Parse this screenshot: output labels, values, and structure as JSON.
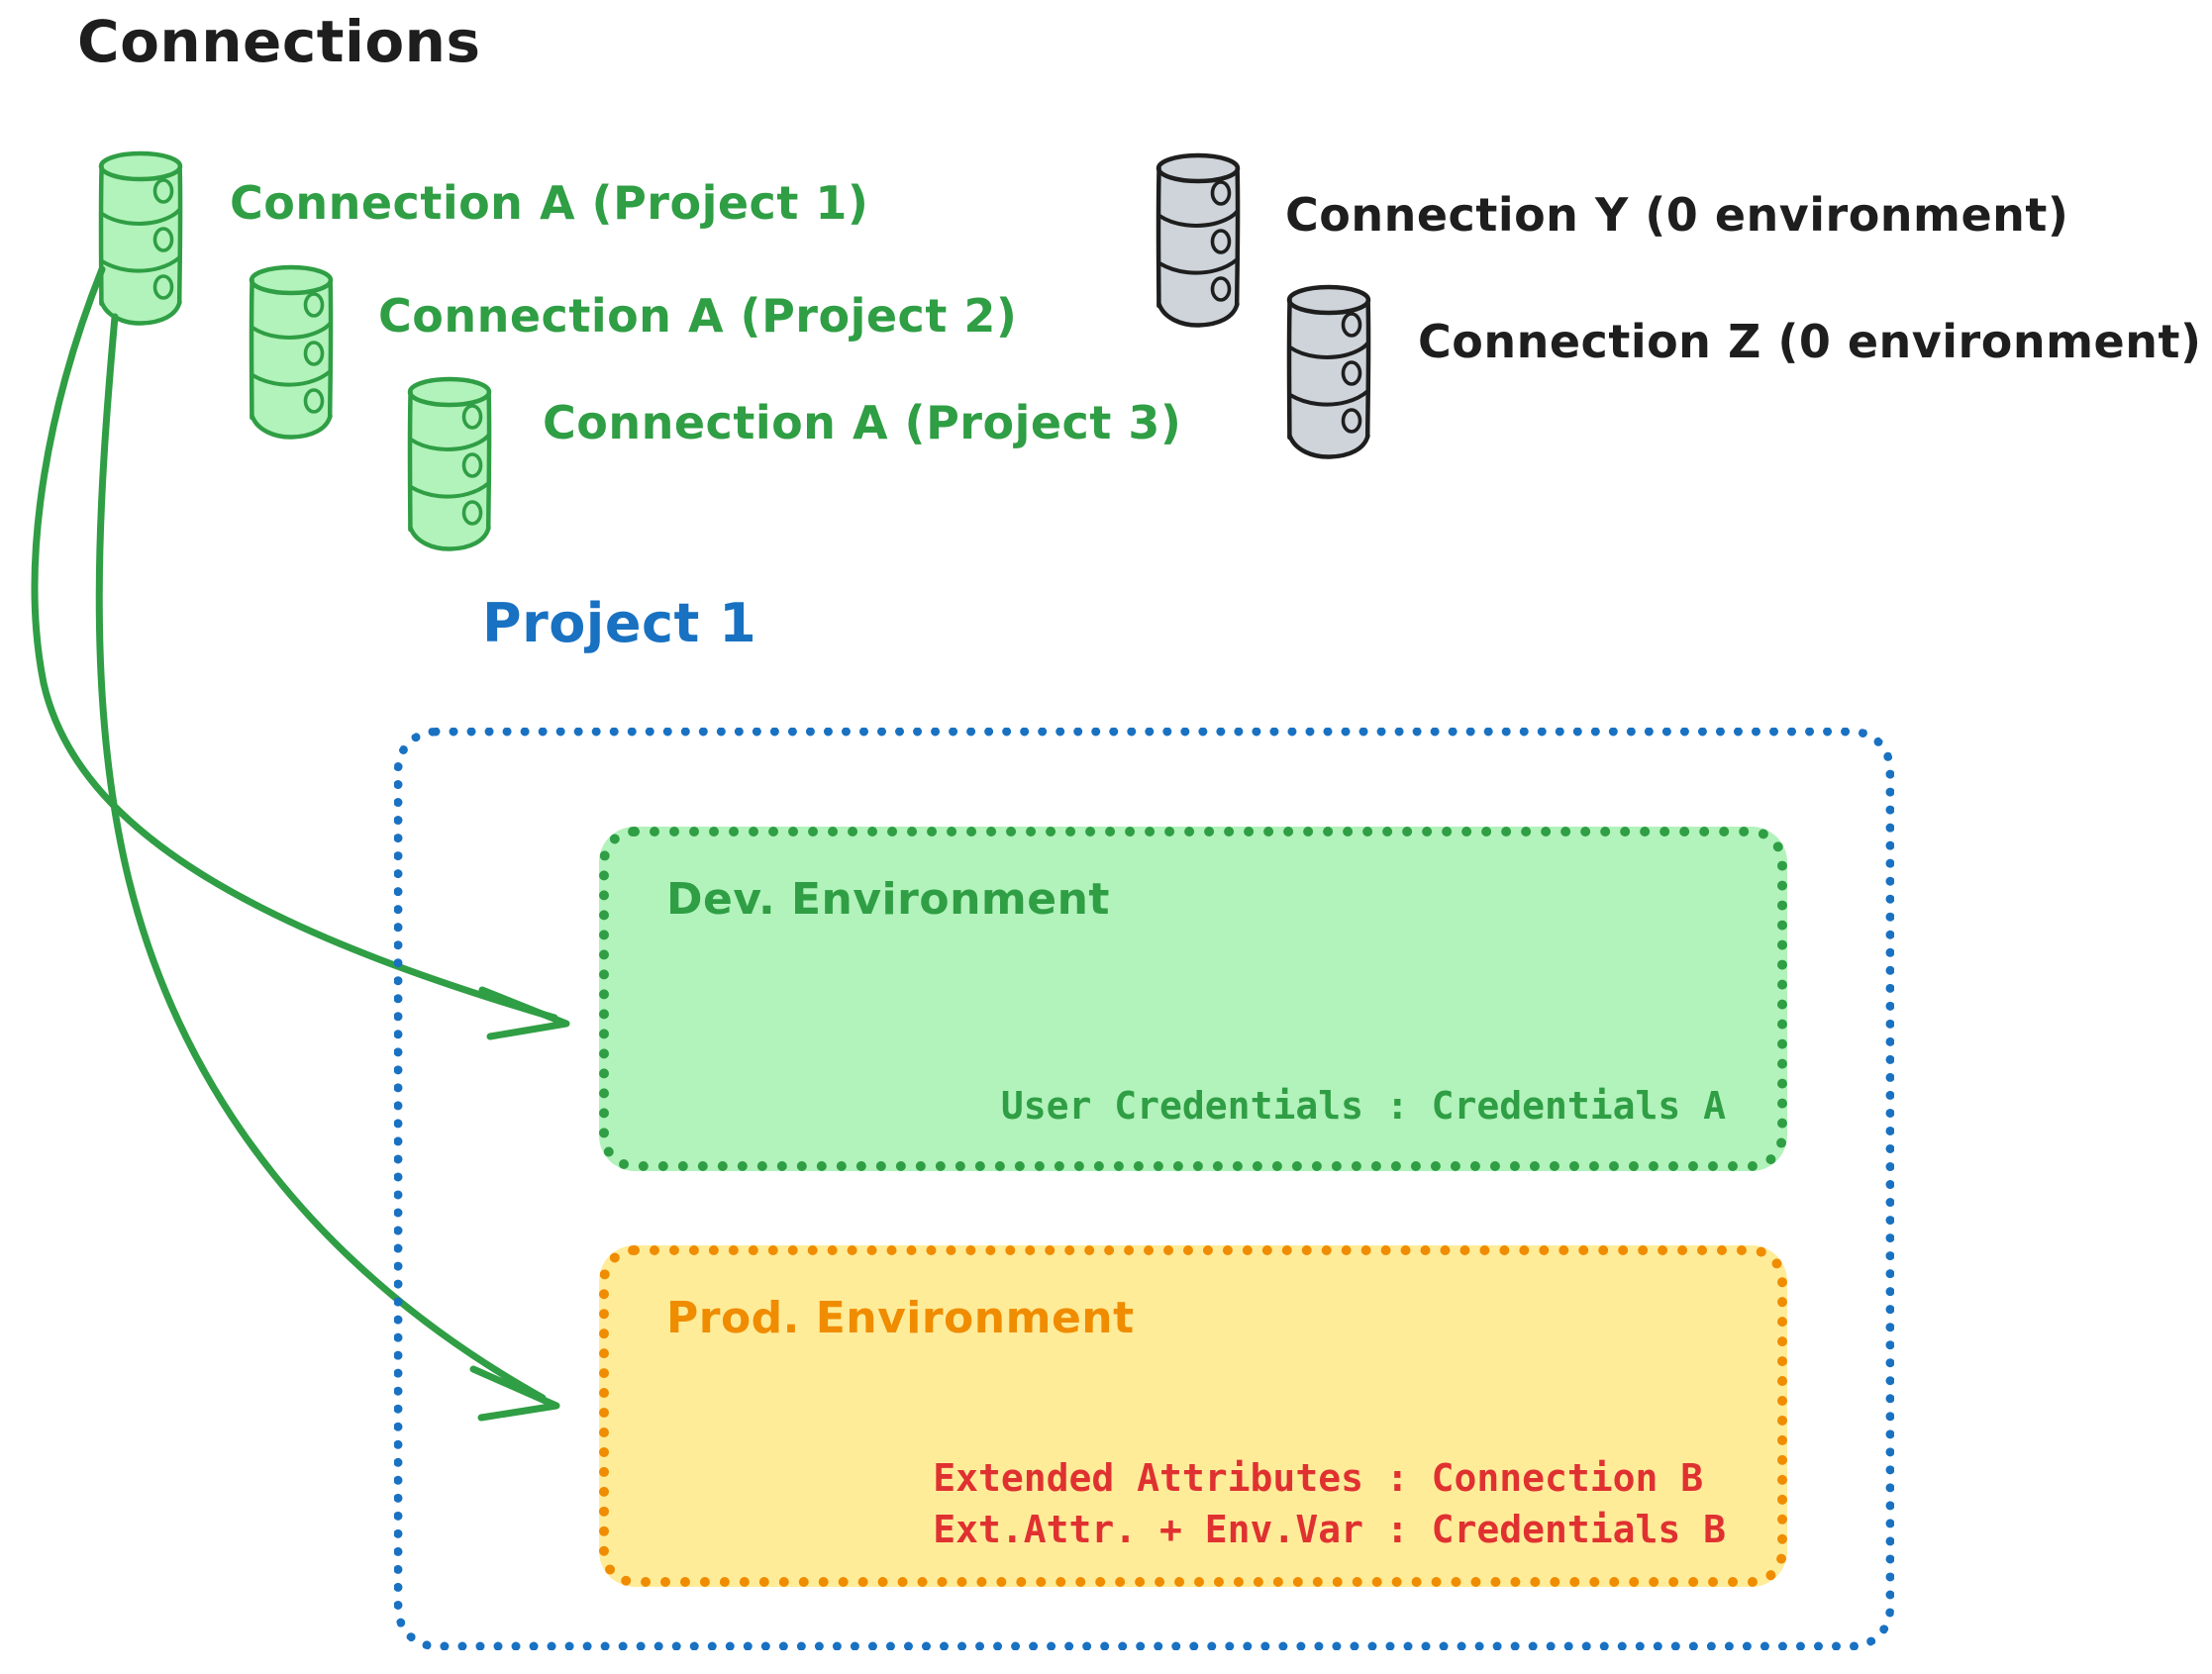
{
  "title": "Connections",
  "colors": {
    "green_stroke": "#2f9e44",
    "green_fill": "#b2f2bb",
    "gray_stroke": "#1e1e1e",
    "gray_fill": "#ced4da",
    "blue": "#1971c2",
    "orange": "#f08c00",
    "orange_fill": "#ffec99",
    "red": "#e03131",
    "black": "#1e1e1e",
    "background": "#ffffff"
  },
  "connections": {
    "green": [
      {
        "label": "Connection A (Project 1)",
        "icon": "database-cylinder-icon"
      },
      {
        "label": "Connection A (Project 2)",
        "icon": "database-cylinder-icon"
      },
      {
        "label": "Connection A (Project 3)",
        "icon": "database-cylinder-icon"
      }
    ],
    "gray": [
      {
        "label": "Connection Y (0 environment)",
        "icon": "database-cylinder-icon"
      },
      {
        "label": "Connection Z (0 environment)",
        "icon": "database-cylinder-icon"
      }
    ]
  },
  "project": {
    "title": "Project 1",
    "environments": [
      {
        "name": "Dev. Environment",
        "lines": [
          "User Credentials : Credentials A"
        ]
      },
      {
        "name": "Prod. Environment",
        "lines": [
          "Extended Attributes : Connection B",
          "Ext.Attr. + Env.Var : Credentials B"
        ]
      }
    ]
  },
  "arrows": [
    {
      "name": "arrow-connection-a-to-dev",
      "from": "Connection A (Project 1)",
      "to": "Dev. Environment"
    },
    {
      "name": "arrow-connection-a-to-prod",
      "from": "Connection A (Project 1)",
      "to": "Prod. Environment"
    }
  ]
}
